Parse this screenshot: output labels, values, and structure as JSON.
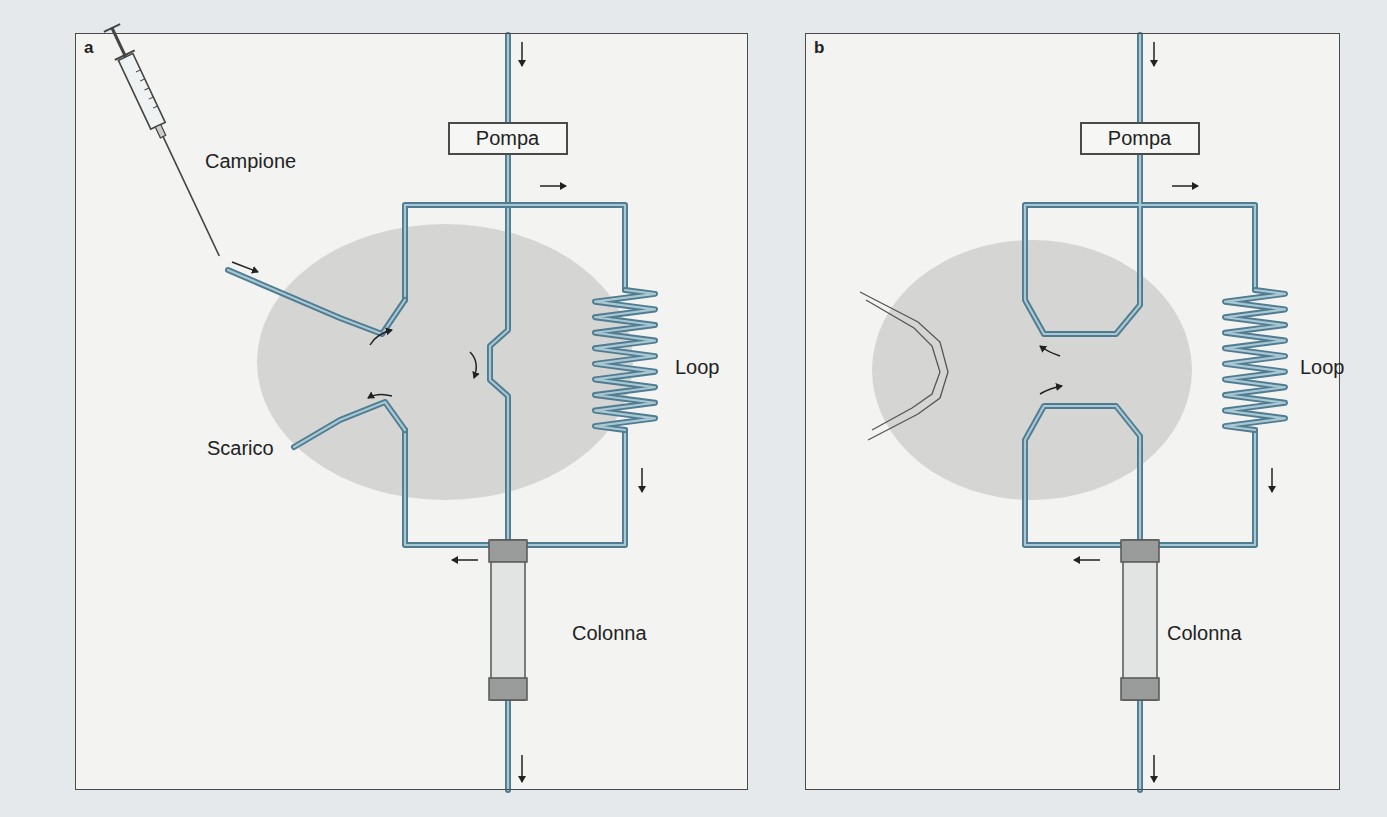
{
  "diagram": {
    "nodes": [
      {
        "text": [
          "a"
        ]
      },
      {
        "text": [
          "Pompa"
        ],
        "in": 0
      },
      {
        "text": [
          "b"
        ]
      },
      {
        "text": [
          "Pompa"
        ],
        "in": 2
      }
    ],
    "labels": [
      "Campione",
      "Scarico",
      "Loop",
      "Colonna",
      "Loop",
      "Colonna"
    ]
  }
}
